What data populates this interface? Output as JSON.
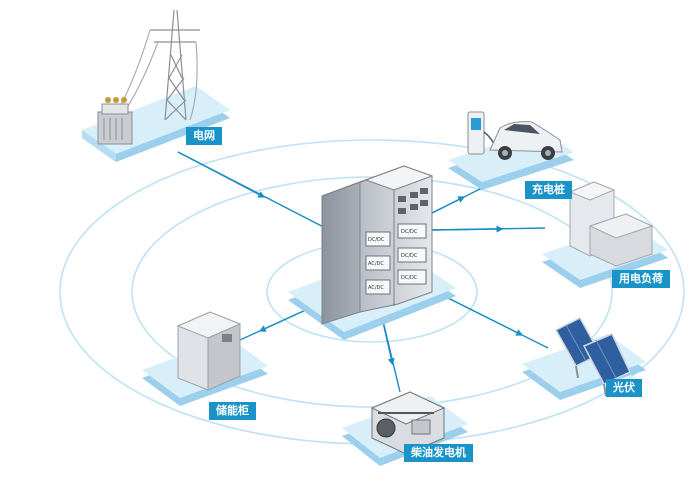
{
  "nodes": {
    "grid": {
      "label": "电网"
    },
    "charging_pile": {
      "label": "充电桩"
    },
    "electric_load": {
      "label": "用电负荷"
    },
    "photovoltaic": {
      "label": "光伏"
    },
    "diesel_generator": {
      "label": "柴油发电机"
    },
    "storage_cabinet": {
      "label": "储能柜"
    }
  },
  "center": {
    "module_labels": [
      "DC/DC",
      "DC/DC",
      "AC/DC",
      "DC/DC",
      "AC/DC",
      "DC/DC"
    ]
  },
  "colors": {
    "line": "#1a8fc4",
    "tag": "#1a93c9",
    "platform_top": "#d8eef9",
    "platform_side": "#9ccfec",
    "ring": "#bfe2f4"
  }
}
